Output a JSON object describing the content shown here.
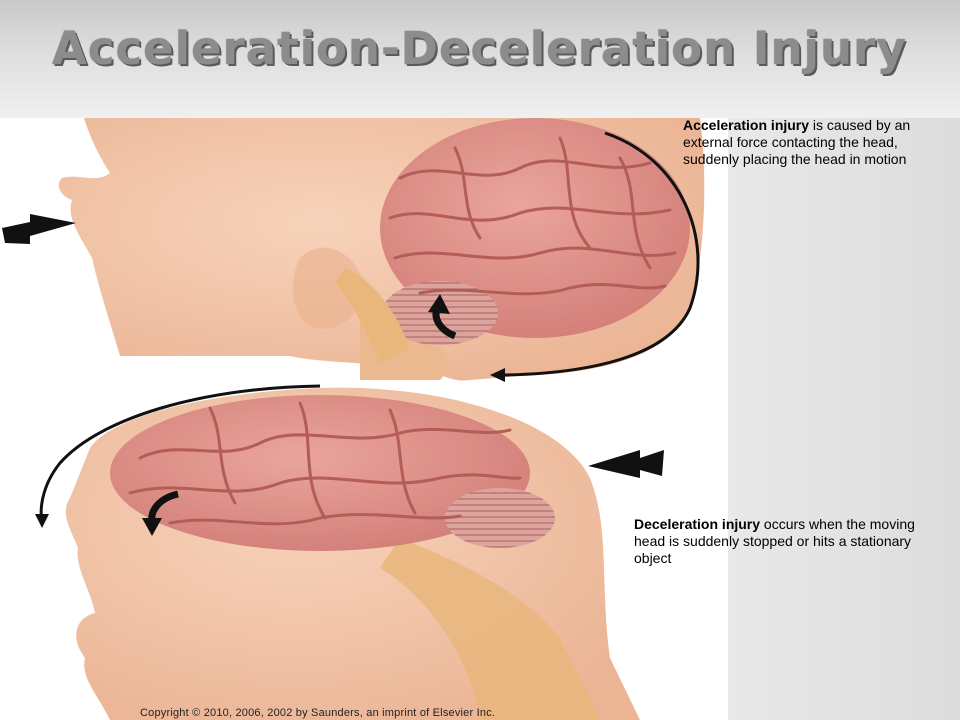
{
  "slide": {
    "title": "Acceleration-Deceleration Injury"
  },
  "captions": {
    "acceleration": {
      "term": "Acceleration injury",
      "text": " is caused by an external force contacting the head, suddenly placing the head in motion"
    },
    "deceleration": {
      "term": "Deceleration injury",
      "text": " occurs when the moving head is suddenly stopped or hits a stationary object"
    }
  },
  "figure": {
    "copyright": "Copyright © 2010, 2006, 2002 by Saunders, an imprint of Elsevier Inc.",
    "colors": {
      "skin": "#f2c4a6",
      "skin_shadow": "#e2a888",
      "brain": "#df8e86",
      "brain_fold": "#b45c58",
      "cerebellum": "#dba39c",
      "brainstem": "#e9b67c",
      "arrow": "#111111"
    }
  }
}
